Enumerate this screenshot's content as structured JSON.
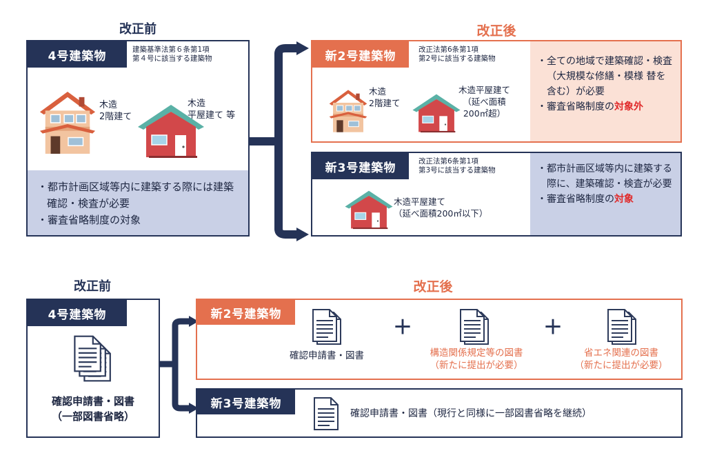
{
  "top": {
    "before_heading": "改正前",
    "after_heading": "改正後",
    "before": {
      "tag": "4号建築物",
      "law": [
        "建築基準法第６条第1項",
        "第４号に該当する建築物"
      ],
      "house1": [
        "木造",
        "2階建て"
      ],
      "house2": [
        "木造",
        "平屋建て 等"
      ],
      "bullets": [
        "・都市計画区域等内に建築する際には建築確認・検査が必要",
        "・審査省略制度の対象"
      ]
    },
    "new2": {
      "tag": "新2号建築物",
      "law": [
        "改正法第6条第1項",
        "第2号に該当する建築物"
      ],
      "house1": [
        "木造",
        "2階建て"
      ],
      "house2": [
        "木造平屋建て",
        "（延べ面積",
        "200㎡超）"
      ],
      "bullet1": "・全ての地域で建築確認・検査（大規模な修繕・模様 替を含む）が必要",
      "bullet2_prefix": "・審査省略制度の",
      "bullet2_em": "対象外"
    },
    "new3": {
      "tag": "新3号建築物",
      "law": [
        "改正法第6条第1項",
        "第3号に該当する建築物"
      ],
      "house": [
        "木造平屋建て",
        "（延べ面積200㎡以下）"
      ],
      "bullet1": "・都市計画区域等内に建築する際に、建築確認・検査が必要",
      "bullet2_prefix": "・審査省略制度の",
      "bullet2_em": "対象"
    }
  },
  "bottom": {
    "before_heading": "改正前",
    "after_heading": "改正後",
    "before": {
      "tag": "4号建築物",
      "label": [
        "確認申請書・図書",
        "（一部図書省略）"
      ]
    },
    "new2": {
      "tag": "新2号建築物",
      "doc1": "確認申請書・図書",
      "doc2": [
        "構造関係規定等の図書",
        "（新たに提出が必要）"
      ],
      "doc3": [
        "省エネ関連の図書",
        "（新たに提出が必要）"
      ],
      "plus": "＋"
    },
    "new3": {
      "tag": "新3号建築物",
      "doc": "確認申請書・図書（現行と同様に一部図書省略を継続）"
    }
  },
  "colors": {
    "navy": "#253357",
    "orange": "#e4704e",
    "red": "#e02a2a",
    "navy_light": "#c9d0e6",
    "orange_light": "#fbe1d6"
  }
}
